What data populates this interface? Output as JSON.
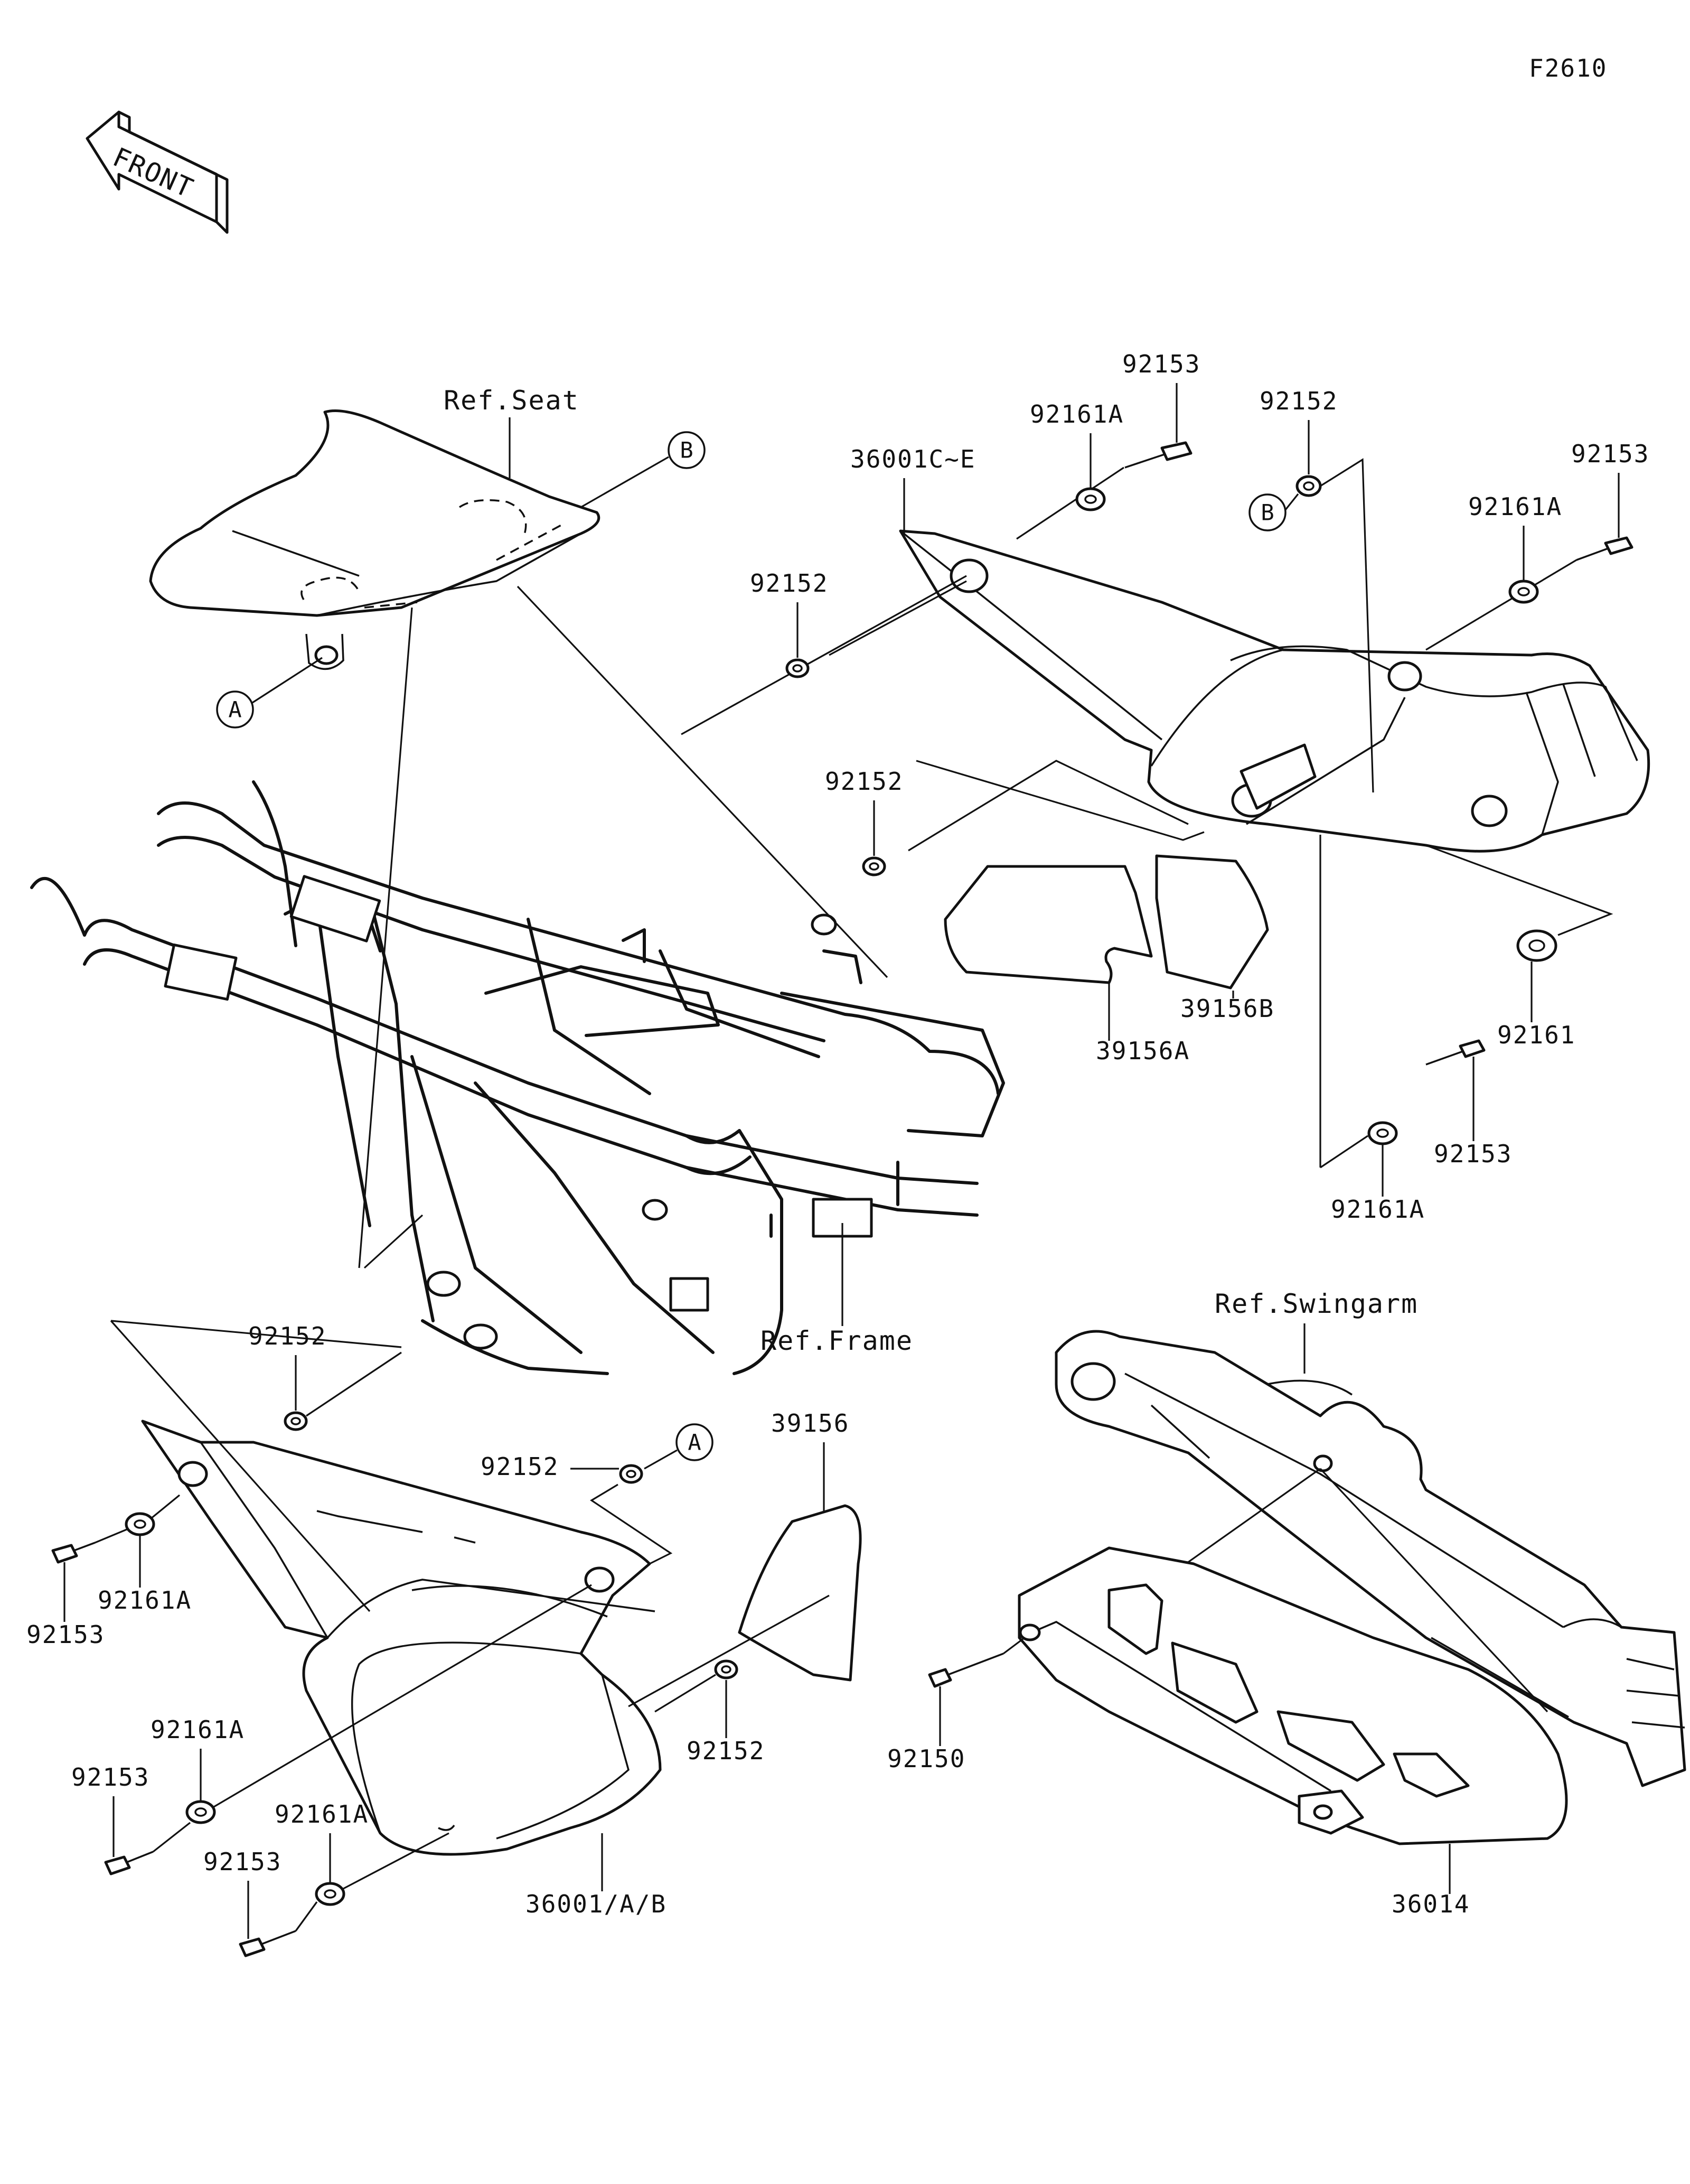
{
  "diagram_code": "F2610",
  "front_arrow": {
    "text": "FRONT",
    "icon": "front-direction-arrow-icon"
  },
  "reference_labels": {
    "seat": "Ref.Seat",
    "frame": "Ref.Frame",
    "swingarm": "Ref.Swingarm"
  },
  "markers": {
    "a": "A",
    "b": "B"
  },
  "callouts": {
    "c92153_top": "92153",
    "c92161a_top": "92161A",
    "c36001c_e": "36001C~E",
    "c92152_top_right": "92152",
    "c92153_right": "92153",
    "c92161a_right": "92161A",
    "c92152_mid": "92152",
    "c92152_mid2": "92152",
    "c39156b": "39156B",
    "c39156a": "39156A",
    "c92161": "92161",
    "c92153_right_low": "92153",
    "c92161a_right_low": "92161A",
    "c92152_left": "92152",
    "c92152_center": "92152",
    "c39156": "39156",
    "c92161a_left": "92161A",
    "c92153_left": "92153",
    "c92161a_left_low": "92161A",
    "c92153_left_low": "92153",
    "c92161a_bottom": "92161A",
    "c92153_bottom": "92153",
    "c92152_bottom": "92152",
    "c92150": "92150",
    "c36001_a_b": "36001/A/B",
    "c36014": "36014"
  }
}
